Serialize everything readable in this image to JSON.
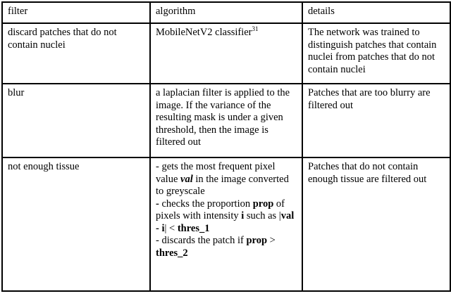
{
  "colors": {
    "text": "#000000",
    "border": "#000000",
    "background": "#ffffff"
  },
  "table": {
    "headers": [
      "filter",
      "algorithm",
      "details"
    ],
    "rows": [
      {
        "filter": [
          {
            "t": "discard patches that do not contain nuclei"
          }
        ],
        "algorithm": [
          {
            "t": "MobileNetV2 classifier"
          },
          {
            "t": "31",
            "sup": true
          }
        ],
        "details": [
          {
            "t": "The network was trained to distinguish patches that contain nuclei from patches that do not contain nuclei"
          }
        ]
      },
      {
        "filter": [
          {
            "t": "blur"
          }
        ],
        "algorithm": [
          {
            "t": "a laplacian filter is applied to the image. If the variance of the resulting mask is under a given threshold, then the image is filtered out"
          }
        ],
        "details": [
          {
            "t": "Patches that are too blurry are filtered out"
          }
        ]
      },
      {
        "filter": [
          {
            "t": "not enough tissue"
          }
        ],
        "algorithm": [
          {
            "t": "- gets the most frequent pixel value "
          },
          {
            "t": "val",
            "b": true,
            "i": true
          },
          {
            "t": " in the image converted to greyscale\n"
          },
          {
            "t": "- ",
            "b": true
          },
          {
            "t": "checks the proportion "
          },
          {
            "t": "prop",
            "b": true
          },
          {
            "t": " of pixels with intensity "
          },
          {
            "t": "i",
            "b": true
          },
          {
            "t": " such as |"
          },
          {
            "t": "val - i",
            "b": true
          },
          {
            "t": "| < "
          },
          {
            "t": "thres_1",
            "b": true
          },
          {
            "t": "\n- discards the patch if "
          },
          {
            "t": "prop",
            "b": true
          },
          {
            "t": " > "
          },
          {
            "t": "thres_2",
            "b": true
          }
        ],
        "details": [
          {
            "t": "Patches that do not contain enough tissue are filtered out"
          }
        ]
      }
    ]
  }
}
